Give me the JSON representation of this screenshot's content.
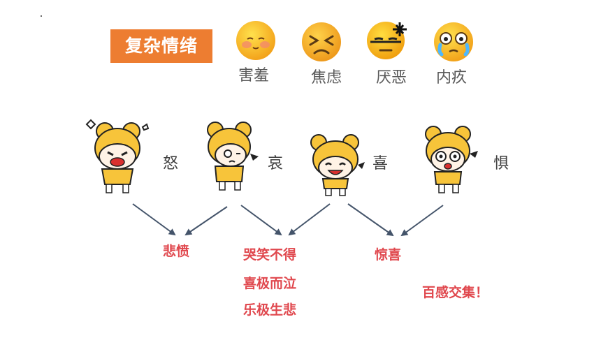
{
  "title": "复杂情绪",
  "emojis": [
    {
      "label": "害羞",
      "icon": "shy-emoji-icon"
    },
    {
      "label": "焦虑",
      "icon": "anxious-emoji-icon"
    },
    {
      "label": "厌恶",
      "icon": "disgust-emoji-icon"
    },
    {
      "label": "内疚",
      "icon": "guilty-emoji-icon"
    }
  ],
  "emotions": [
    {
      "label": "怒",
      "icon": "angry-kid-icon"
    },
    {
      "label": "哀",
      "icon": "sad-kid-icon"
    },
    {
      "label": "喜",
      "icon": "happy-kid-icon"
    },
    {
      "label": "惧",
      "icon": "scared-kid-icon"
    }
  ],
  "combos": {
    "anger_sorrow": "悲愤",
    "sorrow_joy": [
      "哭笑不得",
      "喜极而泣",
      "乐极生悲"
    ],
    "joy_fear": "惊喜",
    "mixed": "百感交集！"
  },
  "colors": {
    "accent": "#ed7d31",
    "combo_text": "#e0484e",
    "arrow": "#44546a",
    "character": "#f7c43a"
  }
}
